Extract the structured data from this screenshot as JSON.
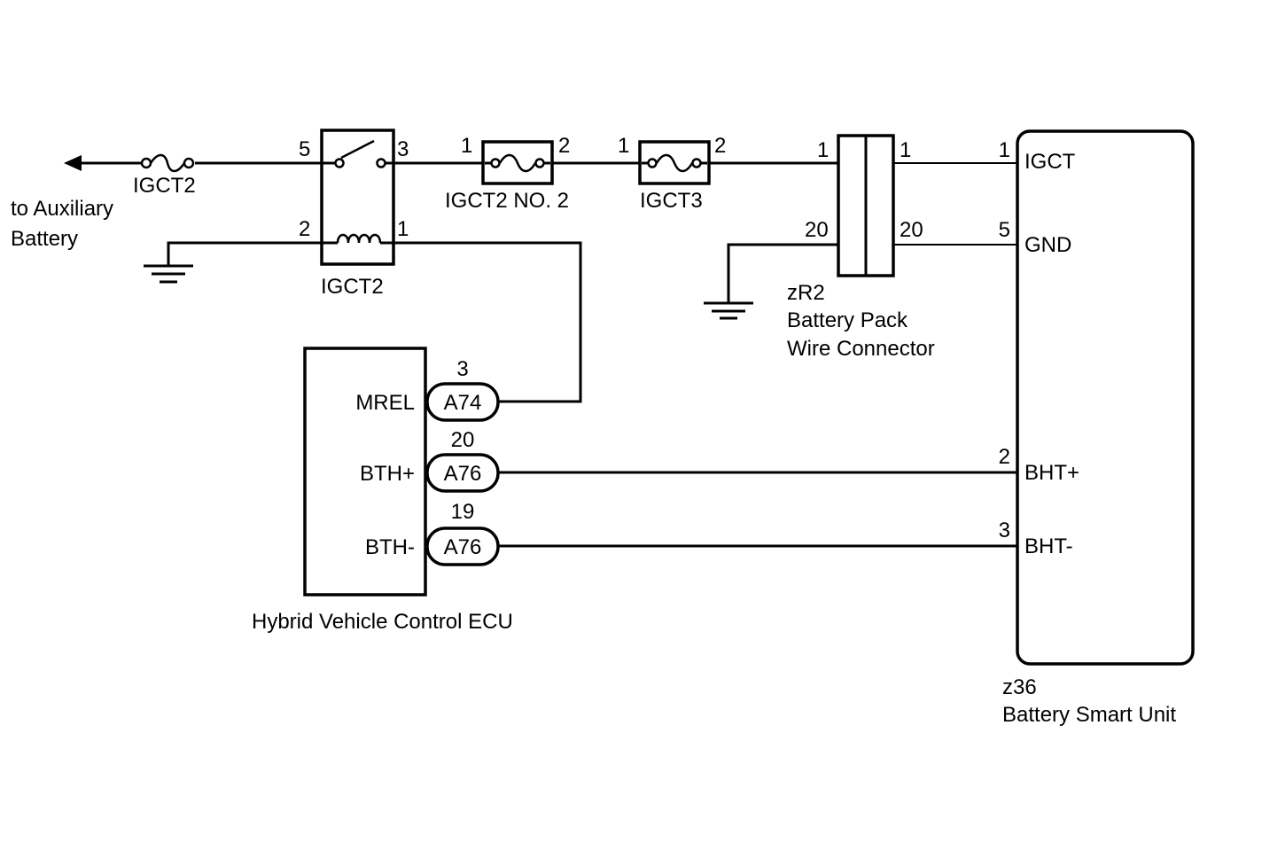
{
  "auxiliary": {
    "line1": "to Auxiliary",
    "line2": "Battery"
  },
  "fuses": {
    "igct2": "IGCT2",
    "igct2_no2": "IGCT2 NO. 2",
    "igct3": "IGCT3"
  },
  "relay": {
    "name": "IGCT2",
    "pin_5": "5",
    "pin_3": "3",
    "pin_2": "2",
    "pin_1": "1"
  },
  "fuse_pins": {
    "igct2_no2_in": "1",
    "igct2_no2_out": "2",
    "igct3_in": "1",
    "igct3_out": "2"
  },
  "connector_zr2": {
    "id": "zR2",
    "name_line1": "Battery Pack",
    "name_line2": "Wire Connector",
    "pin_1_left": "1",
    "pin_1_right": "1",
    "pin_20_left": "20",
    "pin_20_right": "20"
  },
  "ecu": {
    "name": "Hybrid Vehicle Control ECU",
    "terminals": [
      {
        "signal": "MREL",
        "connector": "A74",
        "pin": "3"
      },
      {
        "signal": "BTH+",
        "connector": "A76",
        "pin": "20"
      },
      {
        "signal": "BTH-",
        "connector": "A76",
        "pin": "19"
      }
    ]
  },
  "battery_smart_unit": {
    "id": "z36",
    "name": "Battery Smart Unit",
    "terminals": [
      {
        "signal": "IGCT",
        "pin": "1"
      },
      {
        "signal": "GND",
        "pin": "5"
      },
      {
        "signal": "BHT+",
        "pin": "2"
      },
      {
        "signal": "BHT-",
        "pin": "3"
      }
    ]
  },
  "colors": {
    "line": "#000000",
    "background": "#ffffff"
  }
}
